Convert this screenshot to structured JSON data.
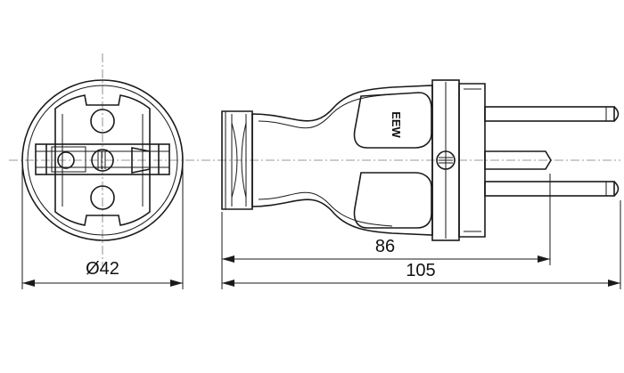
{
  "dimensions": {
    "diameter": "Ø42",
    "body_length": "86",
    "overall_length": "105"
  },
  "logo": "EEW",
  "colors": {
    "ink": "#1a1a1a",
    "centerline": "#777777"
  }
}
